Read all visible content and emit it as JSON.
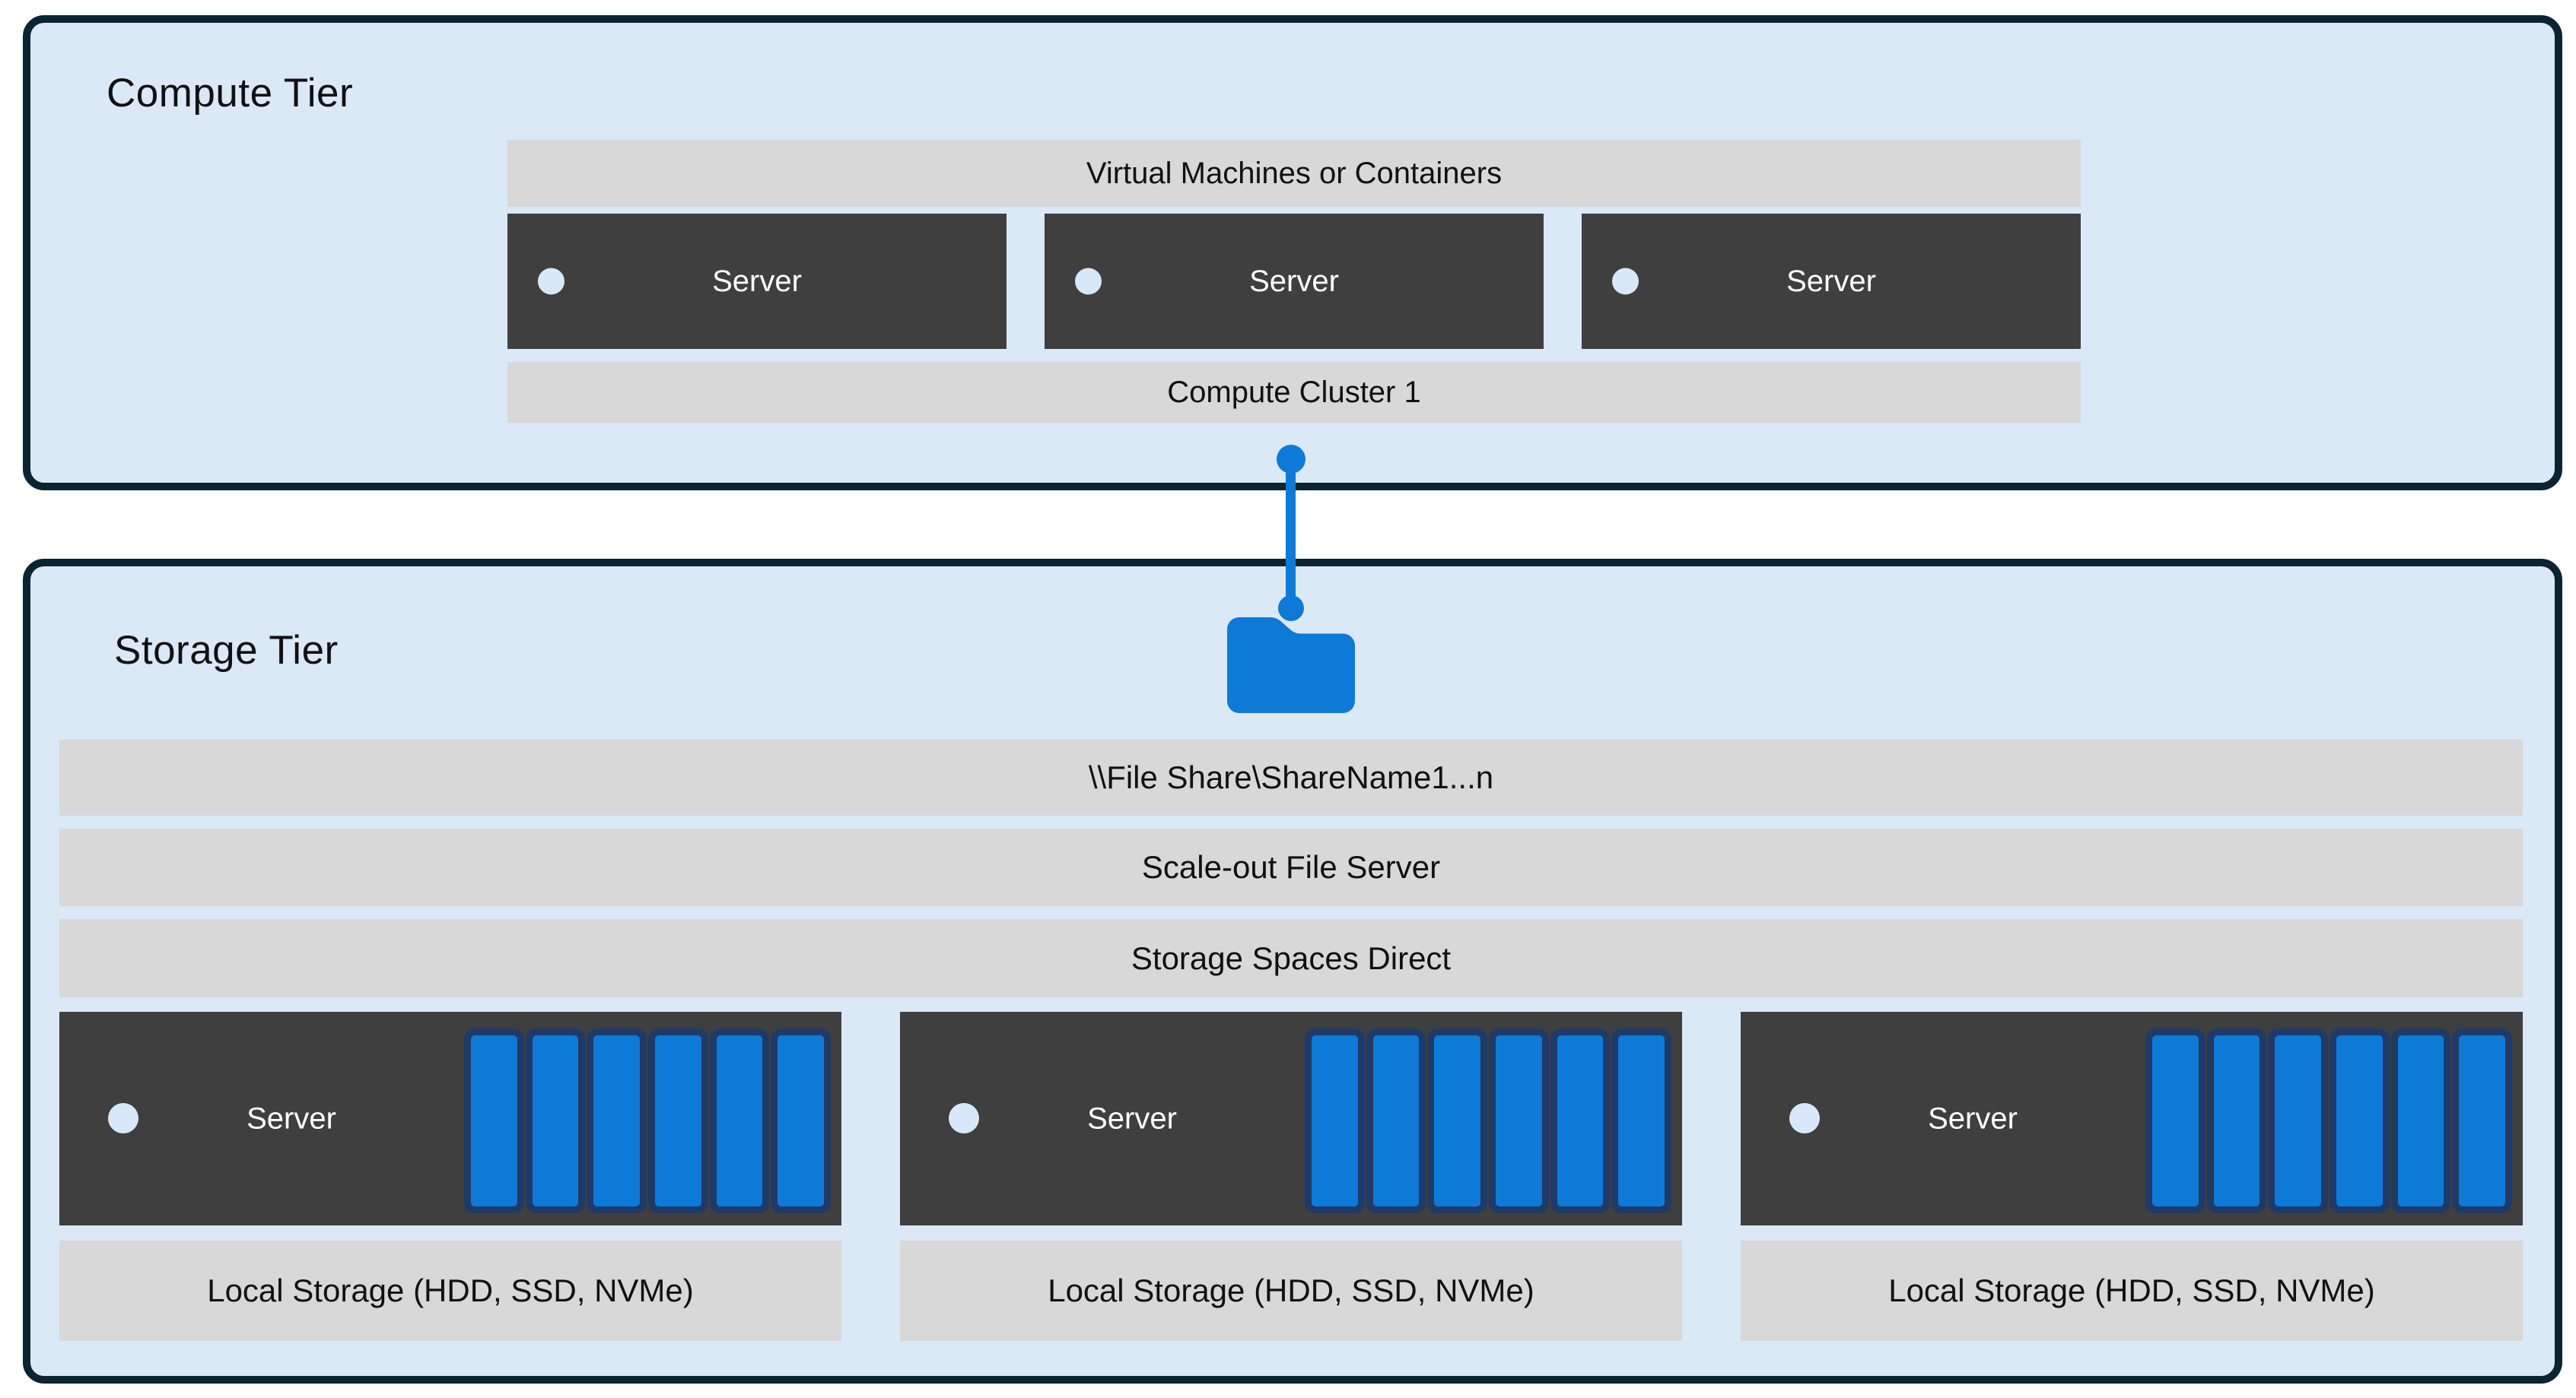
{
  "colors": {
    "page-bg": "#ffffff",
    "tier-fill": "#dbe8f6",
    "tier-border": "#0b2432",
    "bar-gray": "#d8d8d8",
    "server-dark": "#3f3f3f",
    "accent-blue": "#0e7ad7",
    "disk-navy": "#1f3a66",
    "led-circle": "#d9e8f8",
    "text-dark": "#111111",
    "text-light": "#ffffff"
  },
  "compute_tier": {
    "title": "Compute Tier",
    "vm_bar_label": "Virtual Machines or Containers",
    "servers": [
      {
        "label": "Server"
      },
      {
        "label": "Server"
      },
      {
        "label": "Server"
      }
    ],
    "cluster_bar_label": "Compute Cluster 1"
  },
  "storage_tier": {
    "title": "Storage Tier",
    "bars": [
      {
        "label": "\\\\File Share\\ShareName1...n"
      },
      {
        "label": "Scale-out File Server"
      },
      {
        "label": "Storage Spaces Direct"
      }
    ],
    "servers": [
      {
        "label": "Server",
        "disk_count": 6,
        "storage_label": "Local Storage (HDD, SSD, NVMe)"
      },
      {
        "label": "Server",
        "disk_count": 6,
        "storage_label": "Local Storage (HDD, SSD, NVMe)"
      },
      {
        "label": "Server",
        "disk_count": 6,
        "storage_label": "Local Storage (HDD, SSD, NVMe)"
      }
    ]
  }
}
